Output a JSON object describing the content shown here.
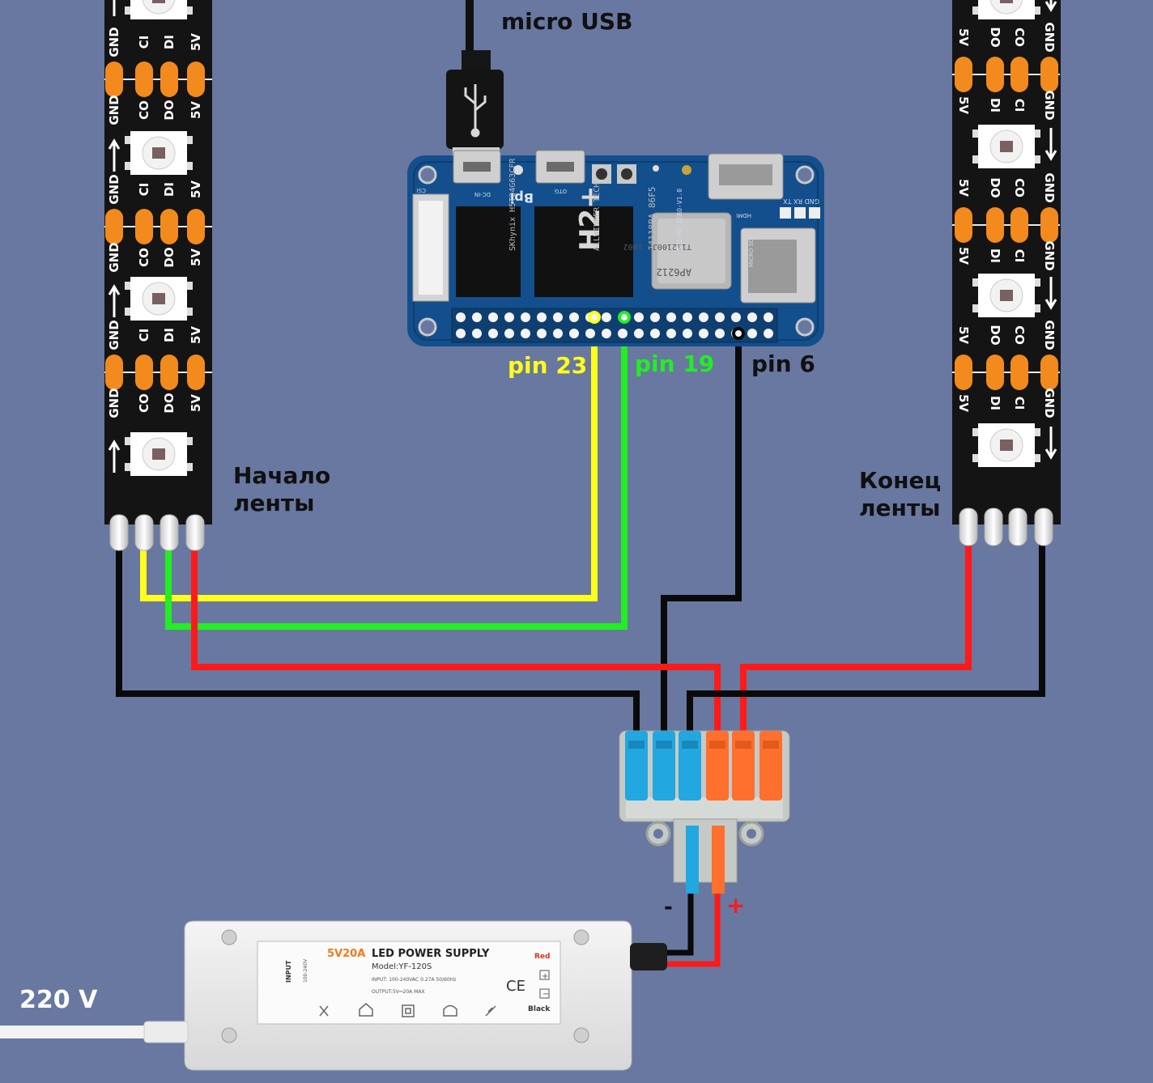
{
  "labels": {
    "micro_usb": "micro USB",
    "pin_23": "pin 23",
    "pin_19": "pin 19",
    "pin_6": "pin 6",
    "strip_start_line1": "Начало",
    "strip_start_line2": "ленты",
    "strip_end_line1": "Конец",
    "strip_end_line2": "ленты",
    "voltage_220": "220 V",
    "minus": "-",
    "plus": "+"
  },
  "strip_left": {
    "row_a": [
      "GND",
      "CI",
      "DI",
      "5V"
    ],
    "row_b": [
      "GND",
      "CO",
      "DO",
      "5V"
    ]
  },
  "strip_right": {
    "row_a": [
      "5V",
      "DO",
      "CO",
      "GND"
    ],
    "row_b": [
      "5V",
      "DI",
      "CI",
      "GND"
    ]
  },
  "board": {
    "logo": "Bpi",
    "chip_main": "H2+",
    "chip_main_sub": "ALLWINNER TECH",
    "chip_main_code": "J4118BA 86F5",
    "chip_ram": "SKhynix H5TQ4G63CFR",
    "chip_wifi": "AP6212",
    "chip_wifi_code": "T112100J1 1802",
    "board_name": "BPI-M2-ZERO-V1.0",
    "port_dcin": "DC-IN",
    "port_otg": "OTG",
    "port_hdmi": "HDMI",
    "port_sd": "MICRO SD",
    "serial_labels": "GND  RX  TX",
    "csi_label": "CSI"
  },
  "psu": {
    "title_highlight": "5V20A",
    "title": "LED POWER SUPPLY",
    "model": "Model:YF-120S",
    "input": "INPUT: 100-240VAC  0.27A  50/60Hz",
    "output": "OUTPUT:5V⎓20A MAX",
    "input_side": "INPUT",
    "input_side_range": "100-240V",
    "red_label": "Red",
    "black_label": "Black",
    "ce": "CE"
  },
  "colors": {
    "background": "#6878a0",
    "wire_yellow": "#ffff1a",
    "wire_green": "#22ee22",
    "wire_red": "#ff1a1a",
    "wire_black": "#0a0a0a",
    "strip_body": "#141414",
    "strip_pad": "#f28a1e",
    "board_pcb": "#134f8c",
    "connector_blue": "#22a7e0",
    "connector_orange": "#ff6f2e",
    "psu_label_orange": "#f07a20"
  }
}
